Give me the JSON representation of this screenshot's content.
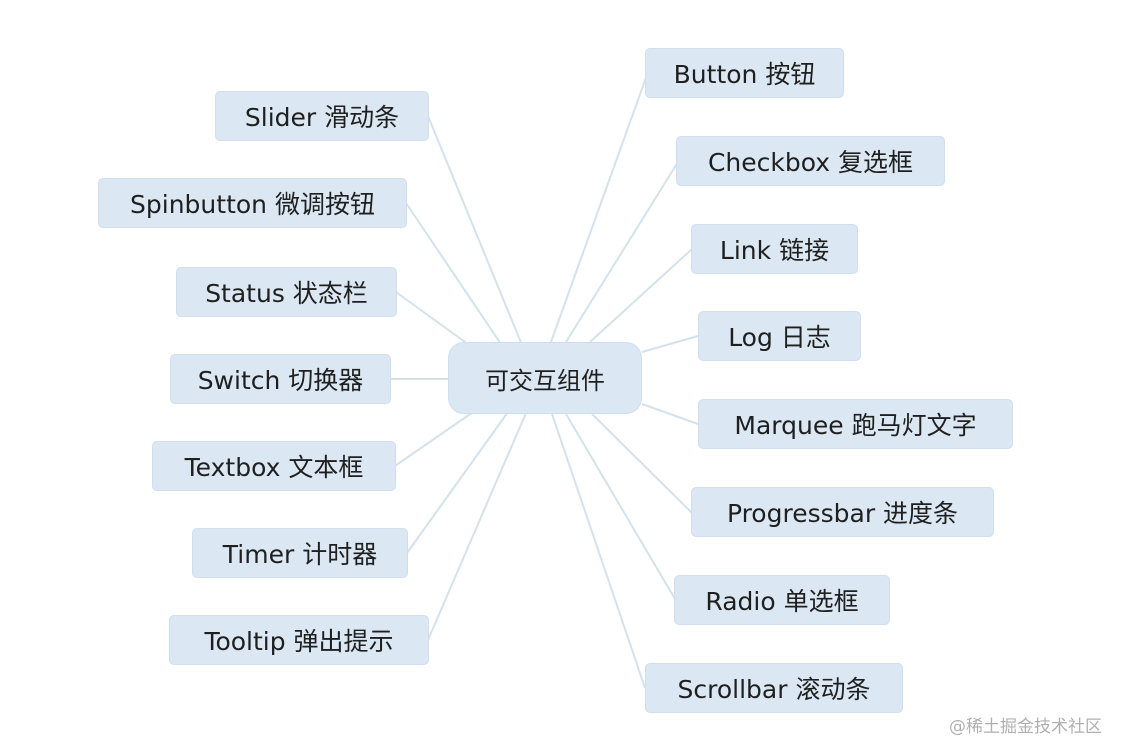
{
  "center": {
    "label": "可交互组件"
  },
  "left_nodes": [
    {
      "label": "Slider 滑动条"
    },
    {
      "label": "Spinbutton 微调按钮"
    },
    {
      "label": "Status 状态栏"
    },
    {
      "label": "Switch 切换器"
    },
    {
      "label": "Textbox 文本框"
    },
    {
      "label": "Timer 计时器"
    },
    {
      "label": "Tooltip 弹出提示"
    }
  ],
  "right_nodes": [
    {
      "label": "Button 按钮"
    },
    {
      "label": "Checkbox 复选框"
    },
    {
      "label": "Link 链接"
    },
    {
      "label": "Log 日志"
    },
    {
      "label": "Marquee 跑马灯文字"
    },
    {
      "label": "Progressbar 进度条"
    },
    {
      "label": "Radio 单选框"
    },
    {
      "label": "Scrollbar 滚动条"
    }
  ],
  "colors": {
    "node_fill": "#dbe8f3",
    "connector": "#d4e2ec"
  },
  "watermark": "@稀土掘金技术社区"
}
